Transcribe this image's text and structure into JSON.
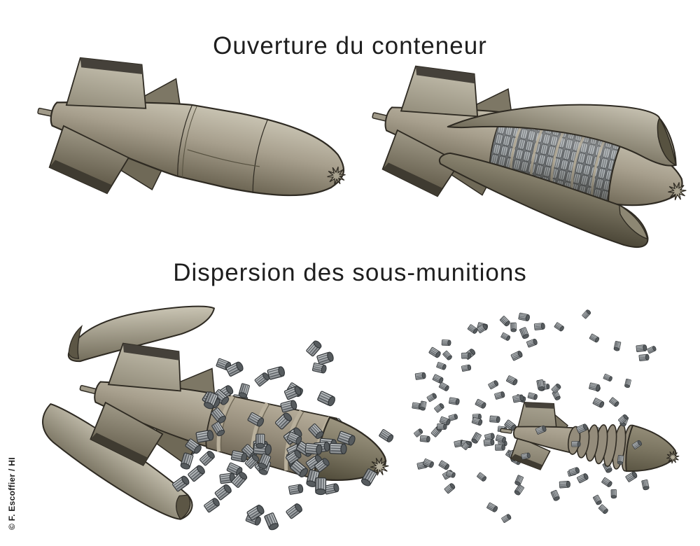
{
  "page": {
    "background": "#ffffff"
  },
  "sections": {
    "opening": {
      "title": "Ouverture du conteneur"
    },
    "dispersion": {
      "title": "Dispersion des sous-munitions"
    }
  },
  "credit": {
    "text": "© F. Escoffier / HI"
  },
  "palette": {
    "shell_light": "#c9c4b3",
    "shell_mid": "#a79f8d",
    "shell_dark": "#6b6452",
    "shell_olive": "#5f5947",
    "outline": "#2e2a22",
    "core_tan": "#b6ad9a",
    "submunition_light": "#c6cacc",
    "submunition_mid": "#8f9496",
    "submunition_dark": "#565b5e",
    "text": "#1e1e1e"
  }
}
